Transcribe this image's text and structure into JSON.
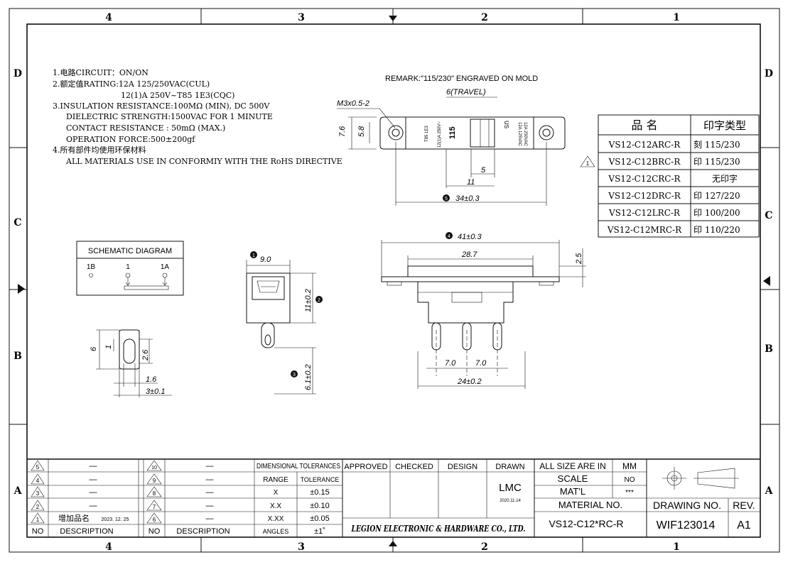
{
  "frame": {
    "top_zones": [
      "4",
      "3",
      "2",
      "1"
    ],
    "bottom_zones": [
      "4",
      "3",
      "2",
      "1"
    ],
    "left_zones": [
      "D",
      "C",
      "B",
      "A"
    ],
    "right_zones": [
      "D",
      "C",
      "B",
      "A"
    ]
  },
  "spec_notes": [
    "1.电路CIRCUIT：ON/ON",
    "2.额定值RATING:12A 125/250VAC(CUL)",
    "12(1)A 250V~T85 1E3(CQC)",
    "3.INSULATION RESISTANCE:100MΩ  (MIN), DC 500V",
    "DIELECTRIC STRENGTH:1500VAC FOR 1 MINUTE",
    "CONTACT RESISTANCE : 50mΩ  (MAX.)",
    "OPERATION FORCE:500±200gf",
    "4.所有部件均使用环保材料",
    "ALL MATERIALS USE IN CONFORMIY  WITH  THE RoHS DIRECTIVE"
  ],
  "remark": "REMARK:\"115/230\" ENGRAVED ON MOLD",
  "top_view": {
    "travel": "6(TRAVEL)",
    "screw": "M3x0.5-2",
    "dim_76": "7.6",
    "dim_58": "5.8",
    "dim_5": "5",
    "dim_11": "11",
    "dim_34": "34±0.3",
    "mark_5": "5",
    "body_text_1": "12A 125VAC",
    "body_text_2": "12A 250VAC",
    "body_text_3": "12(1)A 250V~",
    "body_text_4": "T85 1E3",
    "body_text_5": "115",
    "body_text_6": "US"
  },
  "model_table": {
    "header_name": "品  名",
    "header_type": "印字类型",
    "rows": [
      {
        "name": "VS12-C12ARC-R",
        "type": "刻 115/230"
      },
      {
        "name": "VS12-C12BRC-R",
        "type": "印 115/230"
      },
      {
        "name": "VS12-C12CRC-R",
        "type": "无印字"
      },
      {
        "name": "VS12-C12DRC-R",
        "type": "印 127/220"
      },
      {
        "name": "VS12-C12LRC-R",
        "type": "印 100/200"
      },
      {
        "name": "VS12-C12MRC-R",
        "type": "印 110/220"
      }
    ],
    "rev_marker": "1"
  },
  "schematic": {
    "title": "SCHEMATIC DIAGRAM",
    "label_1b": "1B",
    "label_1": "1",
    "label_1a": "1A"
  },
  "side_view": {
    "dim_9": "9.0",
    "mark_1": "1",
    "dim_11": "11±0.2",
    "mark_2": "2",
    "dim_61": "6.1±0.2",
    "mark_3": "3"
  },
  "terminal_detail": {
    "dim_6": "6",
    "dim_1": "1",
    "dim_26": "2.6",
    "dim_16": "1.6",
    "dim_3": "3±0.1"
  },
  "front_view": {
    "mark_4": "4",
    "dim_41": "41±0.3",
    "dim_287": "28.7",
    "dim_25": "2.5",
    "dim_7a": "7.0",
    "dim_7b": "7.0",
    "dim_24": "24±0.2"
  },
  "revision_block": {
    "left_rows": [
      {
        "no": "5",
        "desc": "—"
      },
      {
        "no": "4",
        "desc": "—"
      },
      {
        "no": "3",
        "desc": "—"
      },
      {
        "no": "2",
        "desc": "—"
      },
      {
        "no": "1",
        "desc": "增加品名",
        "date": "2023. 12. 25"
      }
    ],
    "right_rows": [
      {
        "no": "10",
        "desc": "—"
      },
      {
        "no": "9",
        "desc": "—"
      },
      {
        "no": "8",
        "desc": "—"
      },
      {
        "no": "7",
        "desc": "—"
      },
      {
        "no": "6",
        "desc": "—"
      }
    ],
    "col_no": "NO",
    "col_desc": "DESCRIPTION"
  },
  "tolerances": {
    "title": "DIMENSIONAL TOLERANCES",
    "range": "RANGE",
    "tolerance": "TOLERANCE",
    "rows": [
      {
        "range": "X",
        "tol": "±0.15"
      },
      {
        "range": "X.X",
        "tol": "±0.10"
      },
      {
        "range": "X.XX",
        "tol": "±0.05"
      },
      {
        "range": "ANGLES",
        "tol": "±1˚"
      }
    ]
  },
  "approvals": {
    "approved": "APPROVED",
    "checked": "CHECKED",
    "design": "DESIGN",
    "drawn": "DRAWN",
    "drawn_by": "LMC",
    "drawn_date": "2020.11.14",
    "company": "LEGION ELECTRONIC & HARDWARE CO., LTD."
  },
  "info": {
    "size_label": "ALL SIZE ARE IN",
    "size_value": "MM",
    "scale_label": "SCALE",
    "scale_value": "NO",
    "matl_label": "MAT'L",
    "matl_value": "***",
    "material_no_label": "MATERIAL  NO.",
    "material_no": "VS12-C12*RC-R",
    "drawing_no_label": "DRAWING  NO.",
    "drawing_no": "WIF123014",
    "rev_label": "REV.",
    "rev_value": "A1"
  }
}
